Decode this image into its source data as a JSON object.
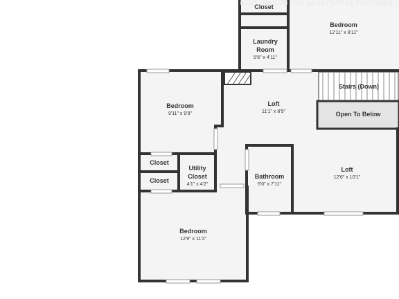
{
  "rooms": {
    "closet_top": {
      "name": "Closet"
    },
    "bedroom_top_right": {
      "name": "Bedroom",
      "dim": "12'11\" x 9'11\""
    },
    "laundry": {
      "name": "Laundry Room",
      "dim": "5'6\" x 4'11\""
    },
    "stairs": {
      "name": "Stairs (Down)"
    },
    "open_below": {
      "name": "Open To Below"
    },
    "bedroom_left": {
      "name": "Bedroom",
      "dim": "9'11\" x 9'8\""
    },
    "loft_upper": {
      "name": "Loft",
      "dim": "11'1\" x 8'9\""
    },
    "closet_left_1": {
      "name": "Closet"
    },
    "utility": {
      "name": "Utility Closet",
      "dim": "4'1\" x 4'2\""
    },
    "closet_left_2": {
      "name": "Closet"
    },
    "bathroom": {
      "name": "Bathroom",
      "dim": "5'0\" x 7'11\""
    },
    "loft_lower": {
      "name": "Loft",
      "dim": "12'6\" x 10'1\""
    },
    "bedroom_bottom": {
      "name": "Bedroom",
      "dim": "12'9\" x 11'2\""
    }
  },
  "watermark": "ILLUSTRATION FOR ILLUSTRATIVE PURPOSES · HOMES WEBSITE",
  "colors": {
    "wall": "#333333",
    "floor": "#f4f4f4",
    "window": "#ffffff",
    "fill_box": "#e0e0e0"
  }
}
